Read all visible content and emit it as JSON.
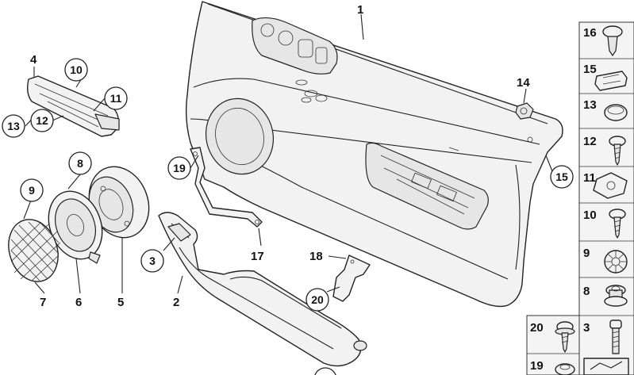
{
  "callouts": {
    "door_trim_panel": "1",
    "armrest": "2",
    "screw": "3",
    "cover_left": "4",
    "speaker_housing": "5",
    "speaker": "6",
    "speaker_grille": "7",
    "speaker_ring": "8",
    "clip_spreader": "9",
    "screw_10": "10",
    "screw_11": "11",
    "insert_12": "12",
    "plug_13": "13",
    "nut_14": "14",
    "clip_15": "15",
    "bracket_17": "17",
    "bracket_18": "18",
    "bolt_19": "19",
    "screw_20": "20"
  },
  "sidebar": {
    "items": [
      {
        "number": "16",
        "icon": "expanding-rivet-icon"
      },
      {
        "number": "15",
        "icon": "clip-icon"
      },
      {
        "number": "13",
        "icon": "plug-icon"
      },
      {
        "number": "12",
        "icon": "self-tapping-screw-icon"
      },
      {
        "number": "11",
        "icon": "clip-nut-icon"
      },
      {
        "number": "10",
        "icon": "self-tapping-screw-icon"
      },
      {
        "number": "9",
        "icon": "spreader-clip-icon"
      },
      {
        "number": "8",
        "icon": "bolt-with-washer-icon"
      }
    ],
    "bottom_left": [
      {
        "number": "20",
        "icon": "screw-with-washer-icon"
      },
      {
        "number": "19",
        "icon": "dome-bolt-icon"
      }
    ],
    "bottom_right": [
      {
        "number": "3",
        "icon": "machine-screw-icon"
      }
    ]
  },
  "colors": {
    "line": "#222222",
    "fill": "#f2f2f2",
    "sidebar_bg": "#f4f4f4"
  }
}
